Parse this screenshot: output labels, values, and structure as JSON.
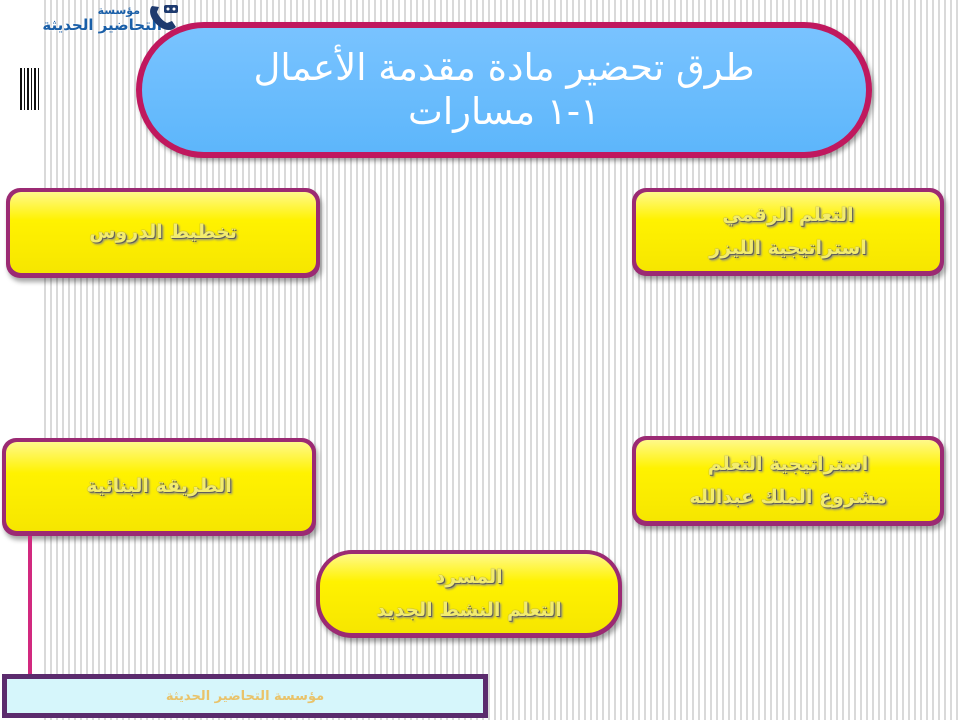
{
  "logo": {
    "top_text": "مؤسسة",
    "bottom_text": "التحاضير الحديثة",
    "icon": "phone-handset-icon"
  },
  "title": {
    "line1": "طرق تحضير مادة مقدمة الأعمال",
    "line2": "١-١ مسارات"
  },
  "boxes": {
    "lesson_planning": {
      "line1": "تخطيط الدروس"
    },
    "digital_learning": {
      "line1": "التعلم الرقمي",
      "line2": "استراتيجية الليزر"
    },
    "constructive_method": {
      "line1": "الطريقة البنائية"
    },
    "learning_strategy": {
      "line1": "استراتيجية التعلم",
      "line2": "مشروع الملك عبدالله"
    },
    "new_active_learning": {
      "line1": "المسرد",
      "line2": "التعلم النشط الجديد"
    }
  },
  "footer": {
    "text": "مؤسسة التحاضير الحديثة"
  },
  "colors": {
    "title_fill": "#5db6fb",
    "title_border": "#c0185e",
    "box_fill": "#fff200",
    "box_border": "#9b2a73",
    "connector": "#d2297f",
    "footer_fill": "#d6f6fb",
    "footer_border": "#5b2b6d"
  }
}
